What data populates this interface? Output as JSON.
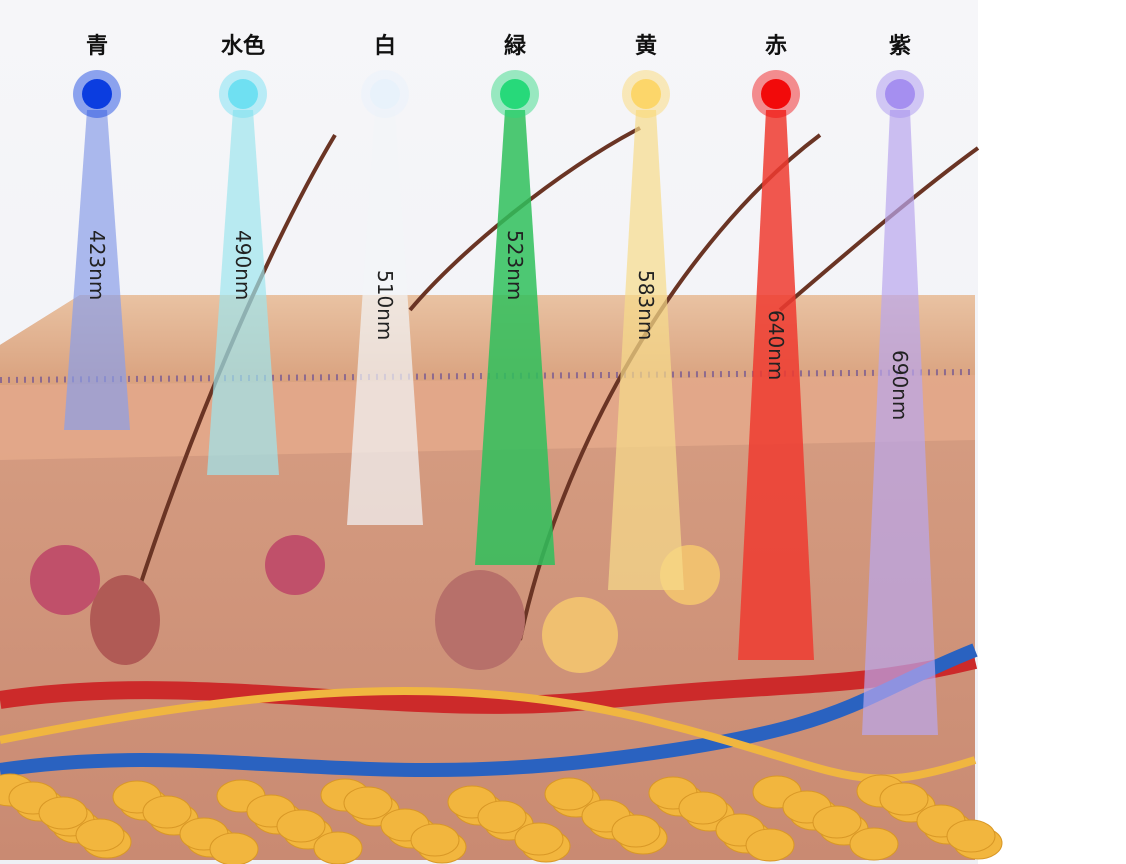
{
  "lights": [
    {
      "name": "青",
      "wavelength": "423nm",
      "color": "#0b3de0",
      "beam": "#8a9ee8"
    },
    {
      "name": "水色",
      "wavelength": "490nm",
      "color": "#6fe0f2",
      "beam": "#9ee6ee"
    },
    {
      "name": "白",
      "wavelength": "510nm",
      "color": "#e8f2fb",
      "beam": "#f2f5f8"
    },
    {
      "name": "緑",
      "wavelength": "523nm",
      "color": "#27d97a",
      "beam": "#2fbf5c"
    },
    {
      "name": "黄",
      "wavelength": "583nm",
      "color": "#fcd66a",
      "beam": "#f7dc8a"
    },
    {
      "name": "赤",
      "wavelength": "640nm",
      "color": "#f20a0a",
      "beam": "#ee3b30"
    },
    {
      "name": "紫",
      "wavelength": "690nm",
      "color": "#a58ff0",
      "beam": "#b9a7ee"
    }
  ]
}
